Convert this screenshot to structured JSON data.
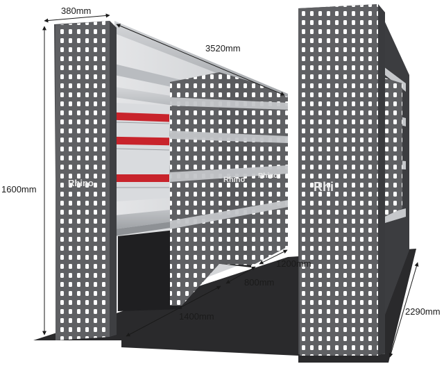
{
  "dimensions": {
    "depth": "380mm",
    "total_length": "3520mm",
    "height": "1600mm",
    "unit_left": "1400mm",
    "unit_mid": "800mm",
    "unit_right": "1200mm",
    "van_width": "2290mm"
  },
  "branding": {
    "logo_left": "Rhino",
    "logo_mid": "Rhino",
    "logo_far": "Rhino",
    "logo_right": "Rhi"
  },
  "colors": {
    "panel": "#5f6063",
    "panel_dark": "#4a4b4e",
    "shelf": "#c6c8cb",
    "drawer_handle": "#c8232b",
    "floor": "#2a2a2c"
  }
}
